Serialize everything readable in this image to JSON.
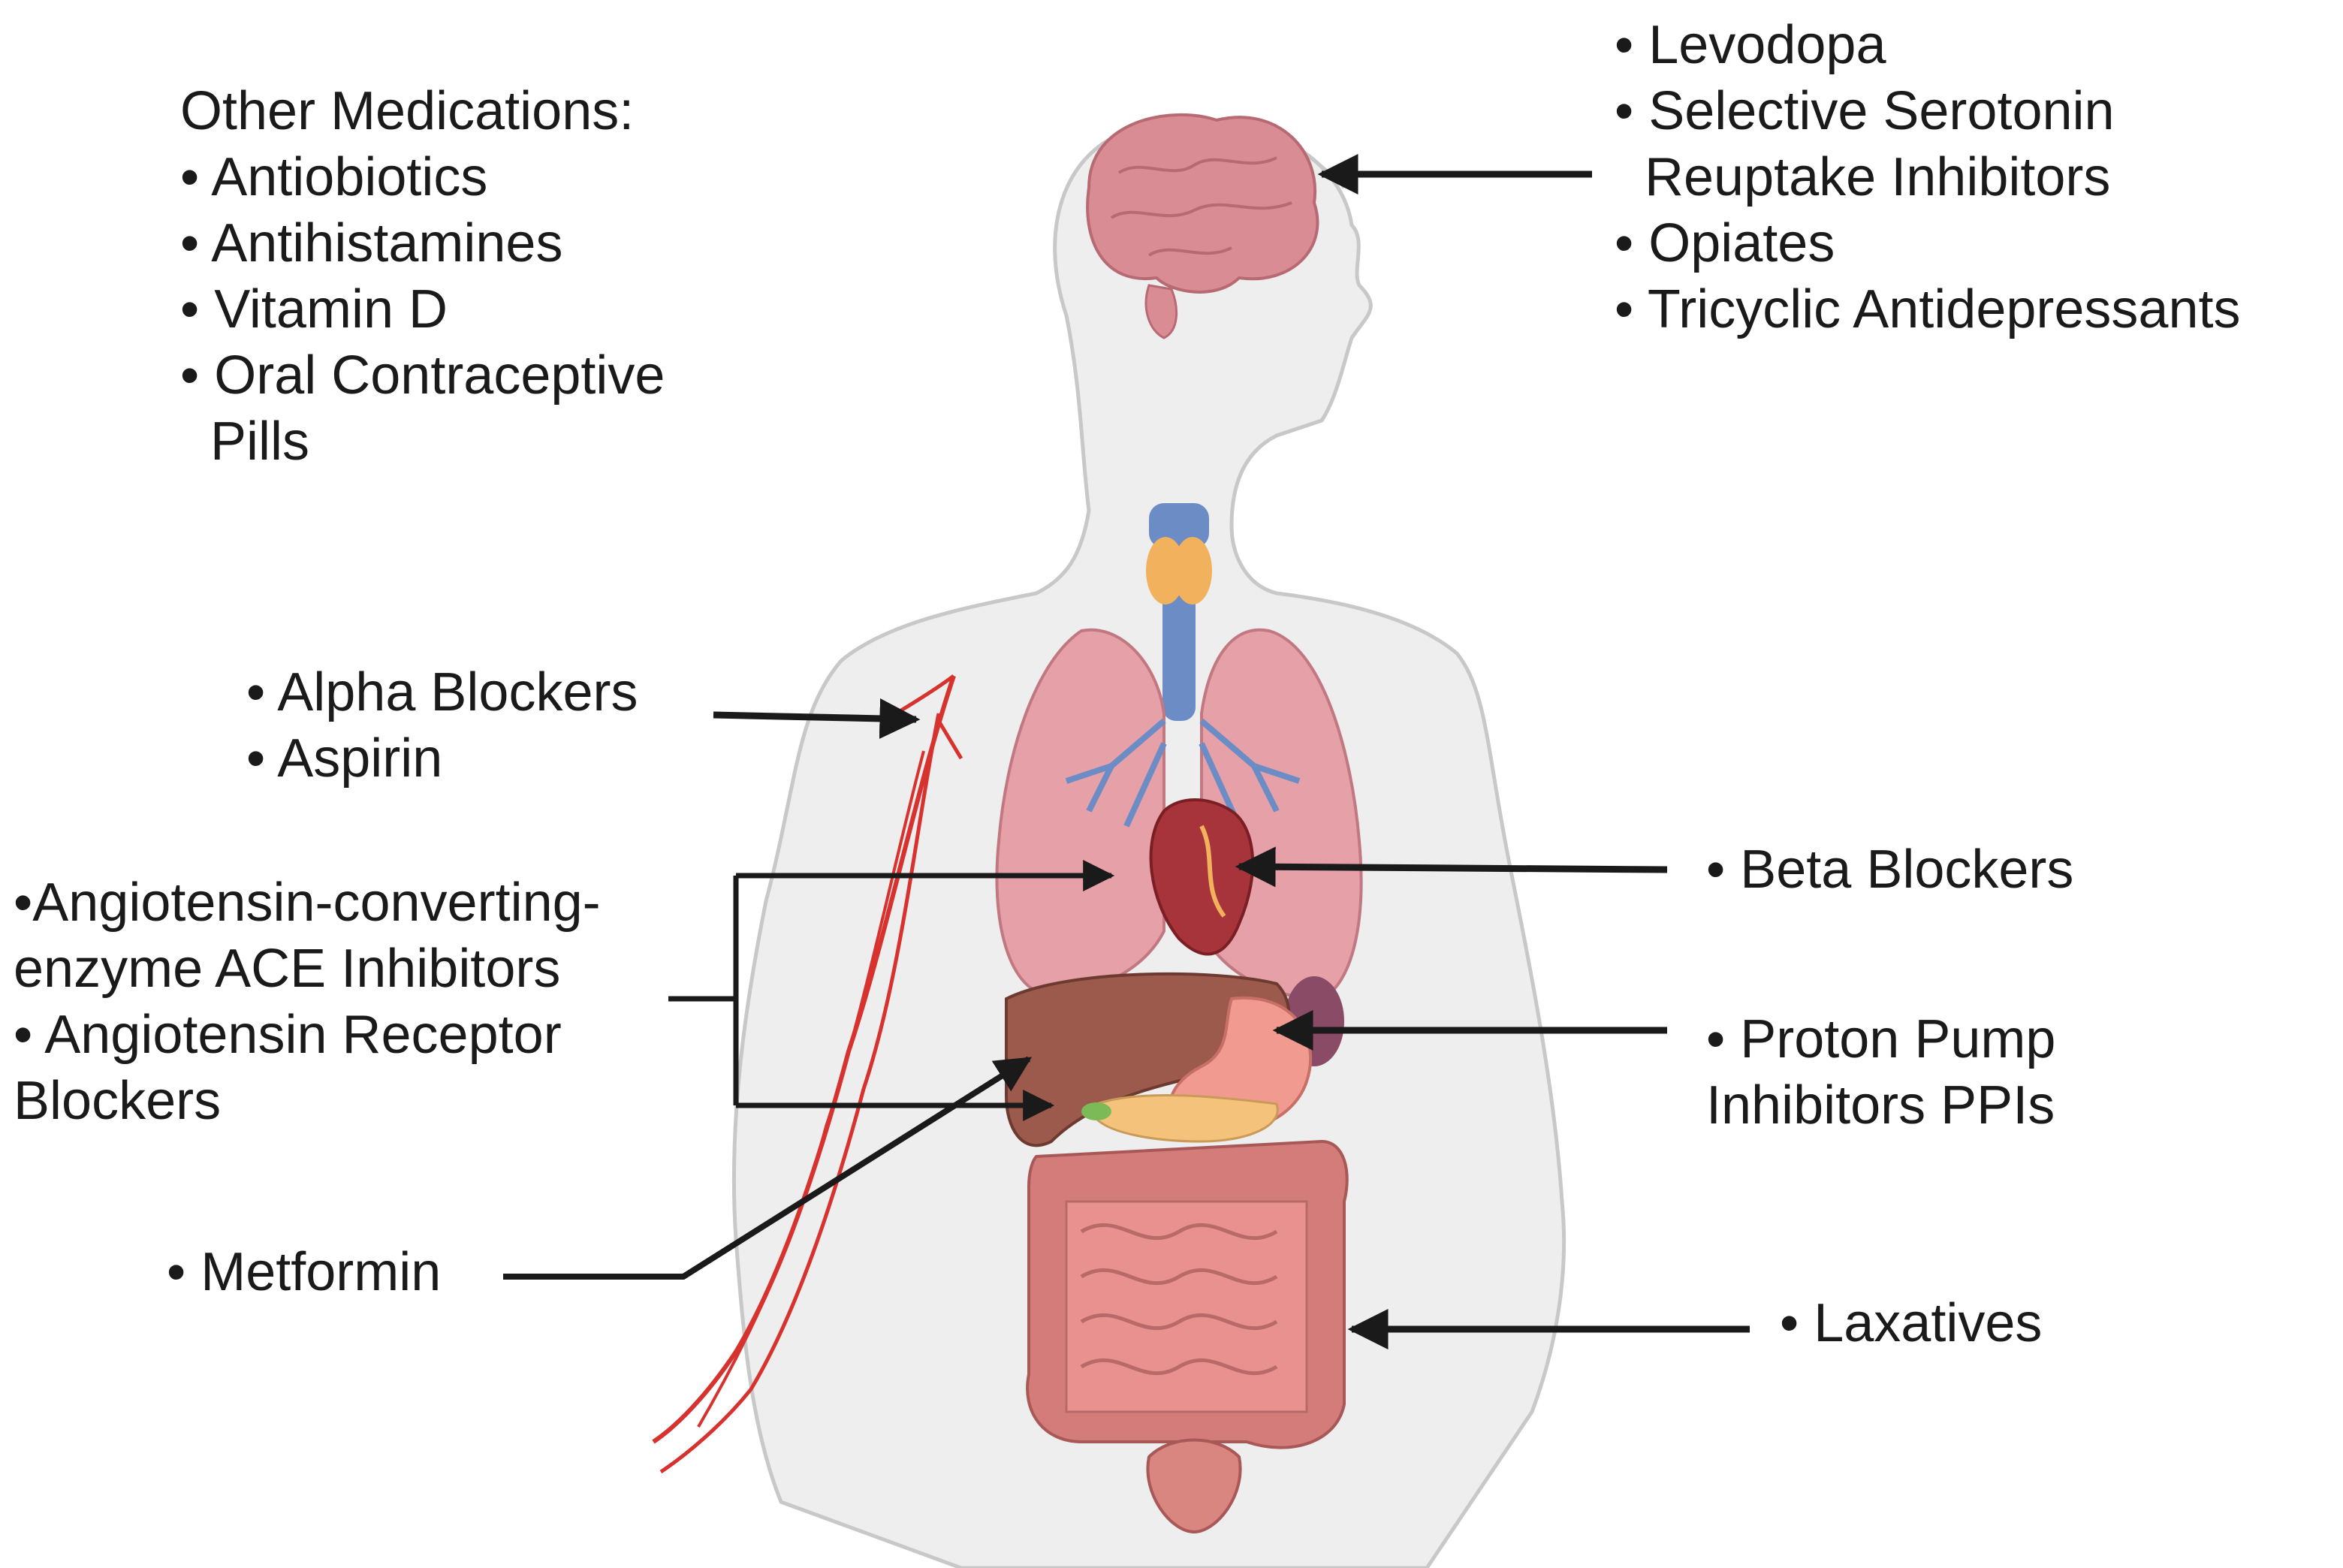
{
  "other_medications": {
    "title": "Other Medications:",
    "items": [
      "• Antiobiotics",
      "• Antihistamines",
      "• Vitamin D",
      "• Oral Contraceptive",
      "  Pills"
    ]
  },
  "brain_drugs": [
    "• Levodopa",
    "• Selective Serotonin",
    "  Reuptake Inhibitors",
    "• Opiates",
    "• Tricyclic Antidepressants"
  ],
  "artery_drugs": [
    "• Alpha Blockers",
    "• Aspirin"
  ],
  "ace_drugs": [
    "•Angiotensin-converting-",
    "enzyme ACE Inhibitors",
    "• Angiotensin Receptor",
    "Blockers"
  ],
  "heart_drugs": [
    "• Beta Blockers"
  ],
  "stomach_drugs": [
    "• Proton Pump",
    "Inhibitors PPIs"
  ],
  "liver_drugs": [
    "• Metformin"
  ],
  "intestine_drugs": [
    "• Laxatives"
  ],
  "colors": {
    "skin": "#eeeeee",
    "skin_outline": "#c8c8c8",
    "brain": "#d98c93",
    "lungs": "#e6a0a8",
    "trachea": "#6b8cc4",
    "thyroid": "#f2b15c",
    "heart": "#a6343a",
    "liver": "#9c5a4c",
    "stomach": "#f09a90",
    "intestine": "#e8918e",
    "colon": "#d47c7a",
    "artery": "#d8322e",
    "bladder": "#d98580",
    "arrow": "#1a1a1a"
  }
}
